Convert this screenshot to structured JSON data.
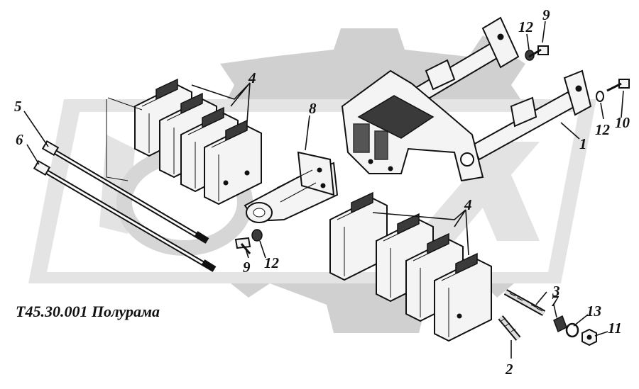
{
  "caption": "Т45.30.001 Полурама",
  "watermark": "OLEX",
  "callouts": {
    "c1": "1",
    "c2": "2",
    "c3": "3",
    "c4a": "4",
    "c4b": "4",
    "c5": "5",
    "c6": "6",
    "c7": "7",
    "c8": "8",
    "c9a": "9",
    "c9b": "9",
    "c10": "10",
    "c11": "11",
    "c12a": "12",
    "c12b": "12",
    "c12c": "12",
    "c13": "13"
  }
}
